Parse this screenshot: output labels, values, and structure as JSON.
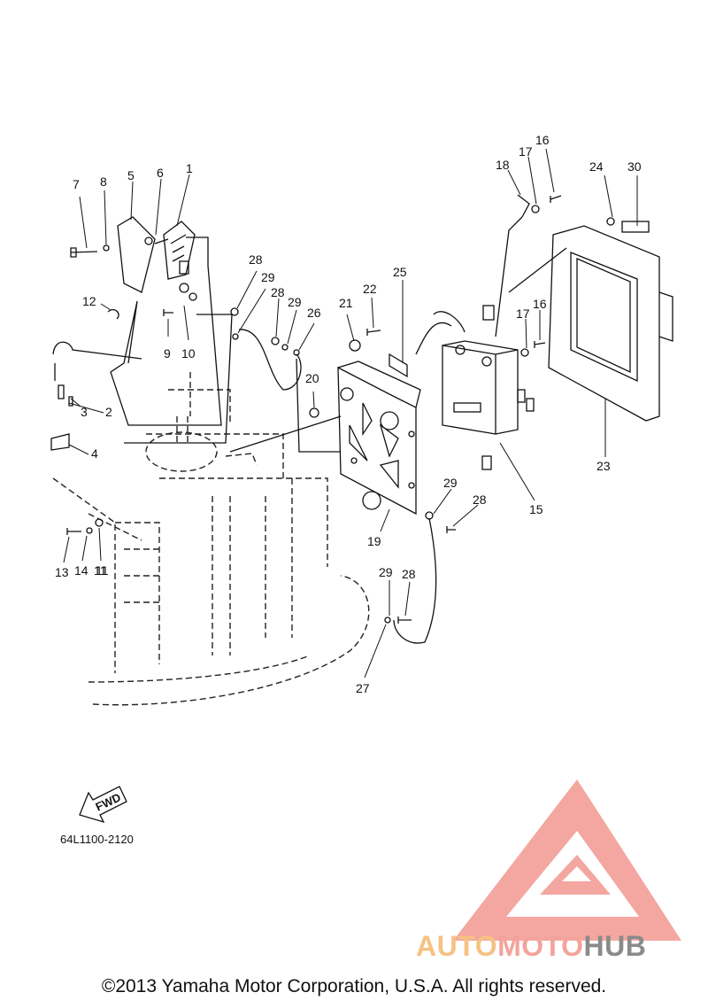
{
  "diagram": {
    "callouts": [
      "1",
      "2",
      "3",
      "4",
      "5",
      "6",
      "7",
      "8",
      "9",
      "10",
      "11",
      "12",
      "13",
      "14",
      "11",
      "15",
      "16",
      "17",
      "18",
      "16",
      "17",
      "19",
      "20",
      "21",
      "22",
      "23",
      "24",
      "25",
      "26",
      "27",
      "28",
      "29",
      "28",
      "29",
      "29",
      "28",
      "29",
      "28",
      "30"
    ],
    "arrow_label": "FWD",
    "drawing_code": "64L1100-2120"
  },
  "watermark": {
    "word_auto": "AUTO",
    "word_moto": "MOTO",
    "word_hub": "HUB",
    "colors": {
      "logo": "#f3a39b",
      "auto": "#f6c283",
      "moto": "#f3a39b",
      "hub": "#8a8a8a"
    }
  },
  "footer": {
    "copyright": "©2013 Yamaha Motor Corporation, U.S.A. All rights reserved."
  }
}
